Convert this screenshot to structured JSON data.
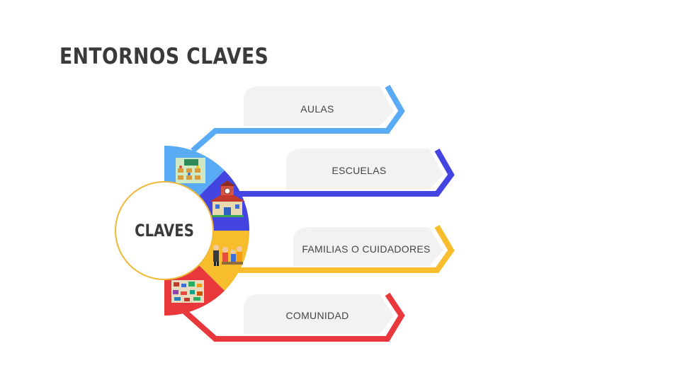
{
  "title": "ENTORNOS CLAVES",
  "center": {
    "label": "CLAVES"
  },
  "items": [
    {
      "label": "AULAS",
      "color": "#5aabf5",
      "icon": "classroom-icon"
    },
    {
      "label": "ESCUELAS",
      "color": "#4444e0",
      "icon": "school-icon"
    },
    {
      "label": "FAMILIAS O CUIDADORES",
      "color": "#f8bd2c",
      "icon": "family-icon"
    },
    {
      "label": "COMUNIDAD",
      "color": "#e8383c",
      "icon": "community-icon"
    }
  ],
  "colors": {
    "label_bg": "#f2f2f2",
    "ring": "#f0b83a",
    "title": "#3a3a3a"
  }
}
